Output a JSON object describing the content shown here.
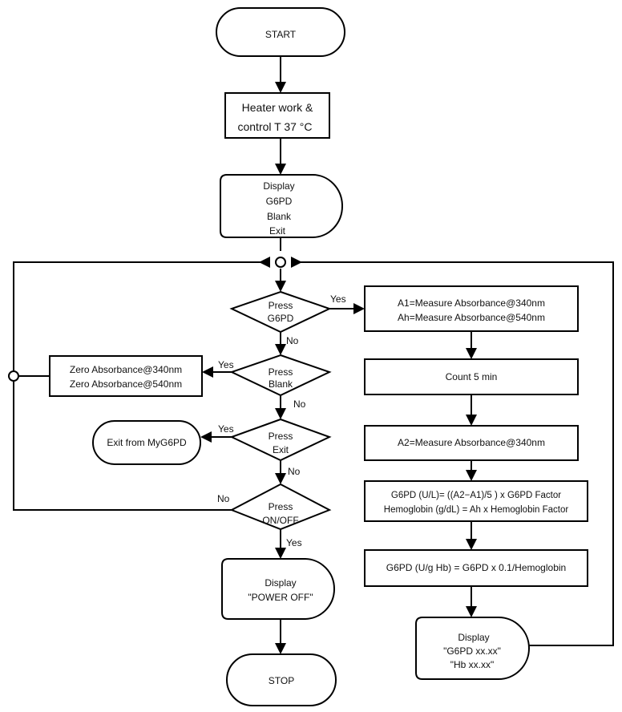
{
  "start": "START",
  "heater": [
    "Heater work &",
    "control T 37  °C"
  ],
  "display_menu": [
    "Display",
    "G6PD",
    "Blank",
    "Exit"
  ],
  "decisions": {
    "g6pd": [
      "Press",
      "G6PD"
    ],
    "blank": [
      "Press",
      "Blank"
    ],
    "exit": [
      "Press",
      "Exit"
    ],
    "onoff": [
      "Press",
      "ON/OFF"
    ]
  },
  "labels": {
    "yes": "Yes",
    "no": "No"
  },
  "zero_box": [
    "Zero Absorbance@340nm",
    "Zero Absorbance@540nm"
  ],
  "exit_box": "Exit from MyG6PD",
  "power_off": [
    "Display",
    "\"POWER OFF\""
  ],
  "stop": "STOP",
  "measure1": [
    "A1=Measure Absorbance@340nm",
    "Ah=Measure Absorbance@540nm"
  ],
  "count": "Count 5 min",
  "measure2": "A2=Measure Absorbance@340nm",
  "formula": [
    "G6PD (U/L)= ((A2−A1)/5 ) x G6PD Factor",
    "Hemoglobin (g/dL) = Ah x Hemoglobin Factor"
  ],
  "ratio": "G6PD (U/g Hb) = G6PD x 0.1/Hemoglobin",
  "result": [
    "Display",
    "\"G6PD xx.xx\"",
    "\"Hb xx.xx\""
  ]
}
